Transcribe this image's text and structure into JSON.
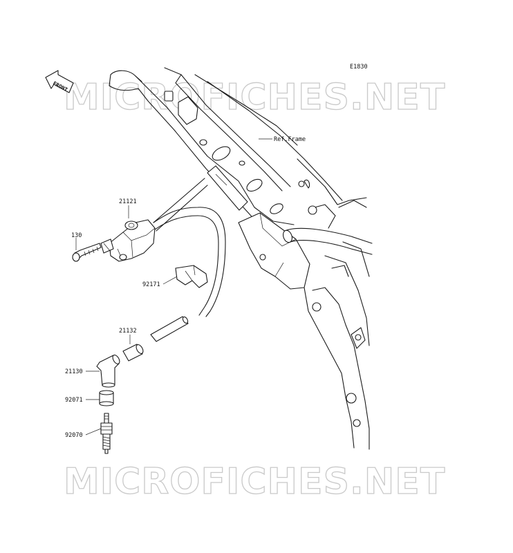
{
  "diagram": {
    "code": "E1830",
    "front_arrow_text": "FRONT",
    "reference": "Ref.Frame",
    "watermark_top": "MICROFICHES.NET",
    "watermark_bottom": "MICROFICHES.NET",
    "parts": [
      {
        "number": "21121"
      },
      {
        "number": "130"
      },
      {
        "number": "92171"
      },
      {
        "number": "21132"
      },
      {
        "number": "21130"
      },
      {
        "number": "92071"
      },
      {
        "number": "92070"
      }
    ]
  }
}
